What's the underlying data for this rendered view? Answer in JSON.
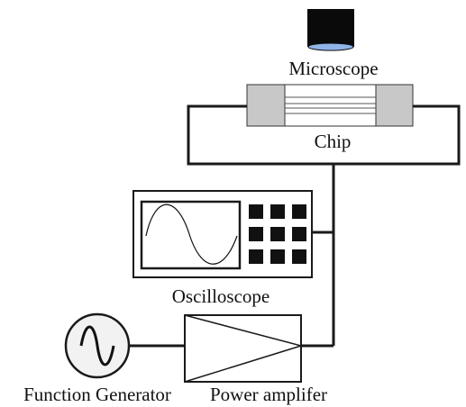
{
  "labels": {
    "microscope": "Microscope",
    "chip": "Chip",
    "oscilloscope": "Oscilloscope",
    "function_generator": "Function Generator",
    "power_amplifier": "Power amplifer"
  },
  "colors": {
    "line": "#1a1a1a",
    "microscope_body": "#0a0a0a",
    "microscope_lens": "#8fb4e8",
    "chip_electrode": "#c8c8c8",
    "screen_wave": "#111111",
    "button": "#111111"
  },
  "icons": {
    "microscope": "microscope-objective-icon",
    "function_generator": "sine-wave-source-icon",
    "power_amplifier": "triangle-amplifier-icon",
    "oscilloscope": "oscilloscope-icon"
  }
}
